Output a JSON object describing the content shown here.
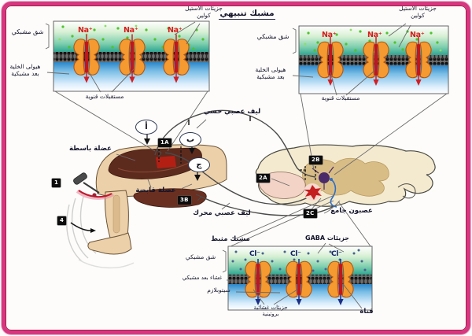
{
  "title": "مشبك تنبيهي",
  "excitatory_panel": {
    "ion": "Na⁺",
    "acetylcholine_line1": "جزيئات الأستيل",
    "acetylcholine_line2": "كولين",
    "synaptic_cleft": "شق مشبكي",
    "cytoplasm_line1": "هيولى الخلية",
    "cytoplasm_line2": "بعد مشبكية",
    "channel_receptors": "مستقبلات قنوية"
  },
  "inhibitory_panel": {
    "ion": "Cl⁻",
    "title": "مشبك مثبط",
    "gaba": "جزيئات GABA",
    "synaptic_cleft": "شق مشبكي",
    "postsynaptic_membrane": "غشاء بعد مشبكي",
    "cytoplasm": "سيتوبلازم",
    "protein_molecules_line1": "جزيئات غشائية",
    "protein_molecules_line2": "بروتينية",
    "channel": "قناة"
  },
  "reflex_arc": {
    "sensory_fiber": "ليف عصبي حسي",
    "motor_fiber": "ليف عصبي محرك",
    "extensor_muscle": "عضلة باسطة",
    "flexor_muscle": "عضلة قابضة",
    "interneuron": "عصبون جامع",
    "letters": {
      "a": "أ",
      "b": "ب",
      "c": "ج"
    },
    "markers": {
      "m1": "1",
      "m4": "4",
      "m1A": "1A",
      "m2A": "2A",
      "m2B": "2B",
      "m2C": "2C",
      "m3B": "3B"
    }
  },
  "colors": {
    "frame_border": "#d63880",
    "na_label": "#d81b1b",
    "cl_label": "#14206b",
    "channel_orange": "#f49a30",
    "arrow_red": "#d02025",
    "arrow_blue": "#1c2f86",
    "marker_bg": "#0c0c0c"
  }
}
